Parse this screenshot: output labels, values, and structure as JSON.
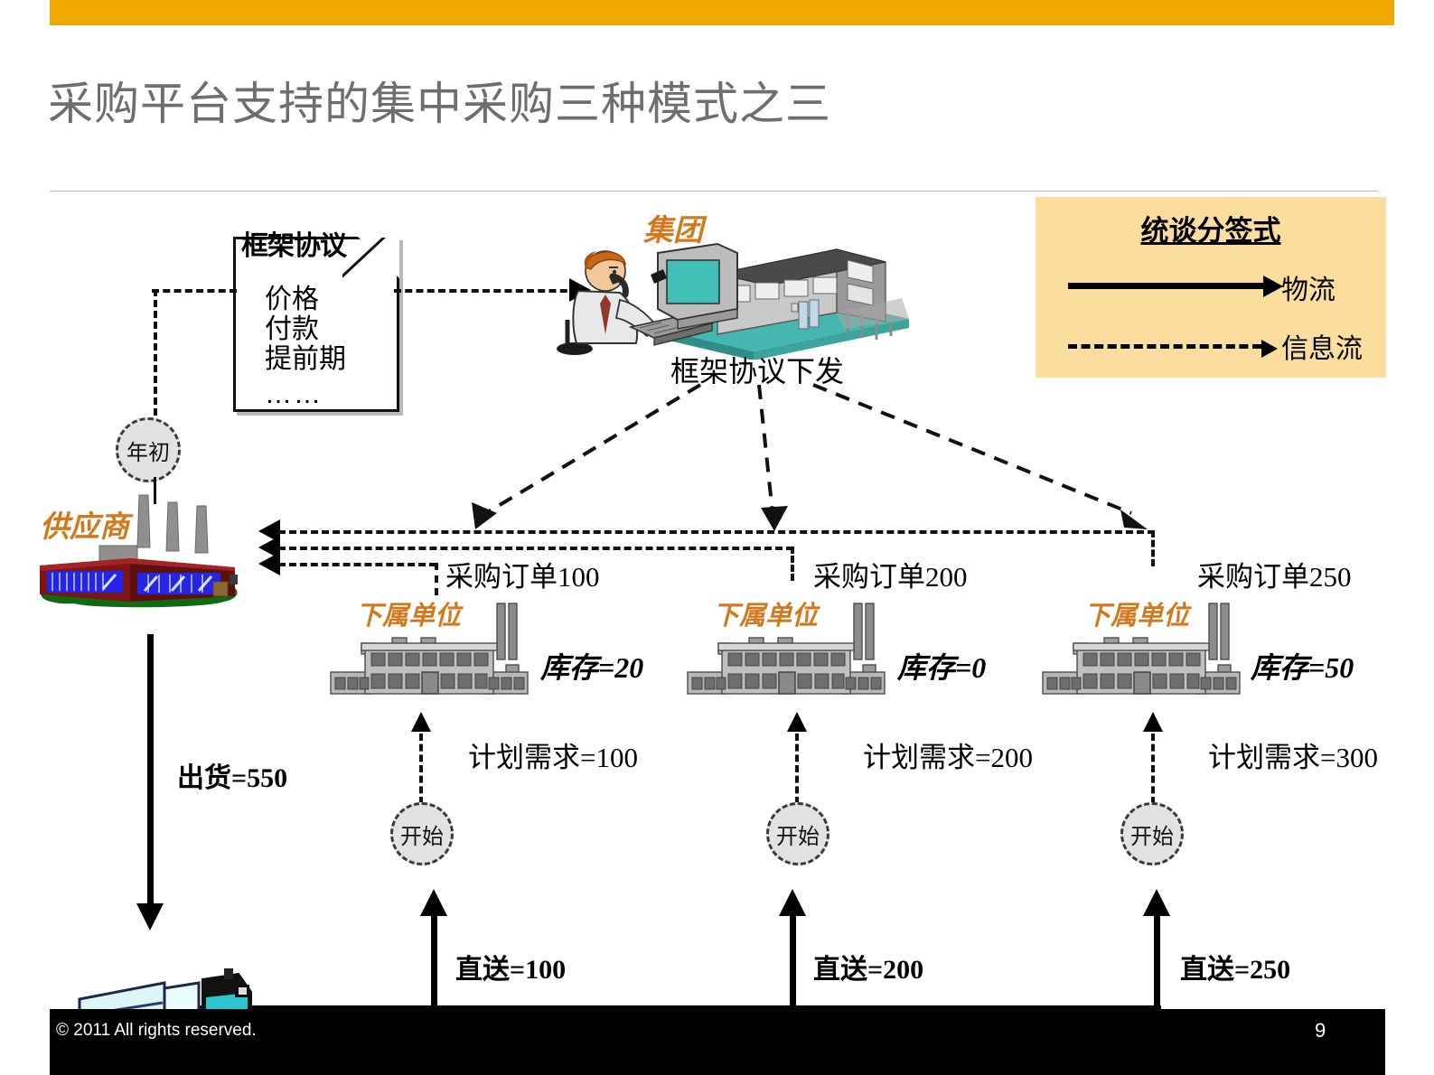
{
  "header": {
    "title": "采购平台支持的集中采购三种模式之三",
    "accent_color": "#F0A800",
    "title_color": "#6E6E6E"
  },
  "legend": {
    "title": "统谈分签式",
    "background": "#FBDD9E",
    "items": [
      {
        "label": "物流",
        "style": "solid"
      },
      {
        "label": "信息流",
        "style": "dashed"
      }
    ]
  },
  "framework_doc": {
    "title": "框架协议",
    "lines": [
      "价格",
      "付款",
      "提前期"
    ],
    "ellipsis": "……"
  },
  "nodes": {
    "group_label": "集团",
    "group_action": "框架协议下发",
    "supplier_label": "供应商",
    "year_start": "年初",
    "shipment": "出货=550"
  },
  "units": [
    {
      "title": "下属单位",
      "purchase_order": "采购订单100",
      "inventory": "库存=20",
      "plan_demand": "计划需求=100",
      "start": "开始",
      "direct_ship": "直送=100"
    },
    {
      "title": "下属单位",
      "purchase_order": "采购订单200",
      "inventory": "库存=0",
      "plan_demand": "计划需求=200",
      "start": "开始",
      "direct_ship": "直送=200"
    },
    {
      "title": "下属单位",
      "purchase_order": "采购订单250",
      "inventory": "库存=50",
      "plan_demand": "计划需求=300",
      "start": "开始",
      "direct_ship": "直送=250"
    }
  ],
  "footer": {
    "copyright": "© 2011 All rights reserved.",
    "page_number": "9"
  }
}
